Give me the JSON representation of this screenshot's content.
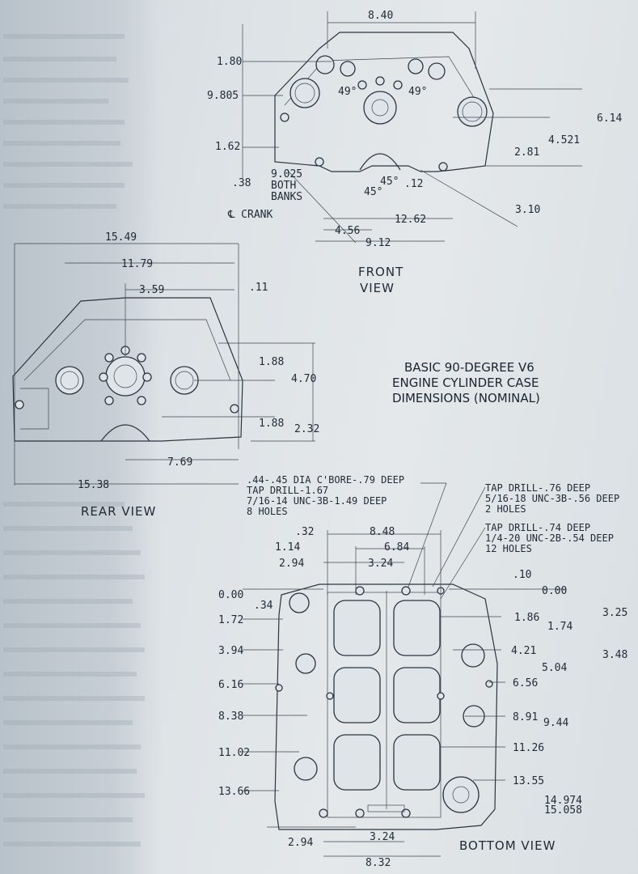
{
  "front_view": {
    "label_line1": "FRONT",
    "label_line2": "VIEW",
    "dims": {
      "width_top": "8.40",
      "d180": "1.80",
      "d9805": "9.805",
      "a49l": "49°",
      "a49r": "49°",
      "d614": "6.14",
      "d4521": "4.521",
      "d162": "1.62",
      "d281": "2.81",
      "d038": ".38",
      "d9025": "9.025",
      "both": "BOTH",
      "banks": "BANKS",
      "a45a": "45°",
      "d012": ".12",
      "a45b": "45°",
      "crank": "℄ CRANK",
      "d310": "3.10",
      "d1262": "12.62",
      "d456": "4.56",
      "d912": "9.12"
    }
  },
  "rear_view": {
    "label": "REAR VIEW",
    "dims": {
      "d1549": "15.49",
      "d1179": "11.79",
      "d359": "3.59",
      "d011": ".11",
      "d188a": "1.88",
      "d470": "4.70",
      "d188b": "1.88",
      "d232": "2.32",
      "d769": "7.69",
      "d1538": "15.38"
    }
  },
  "title_lines": [
    "BASIC 90-DEGREE V6",
    "ENGINE CYLINDER CASE",
    "DIMENSIONS (NOMINAL)"
  ],
  "notes": {
    "left": [
      ".44-.45 DIA C'BORE-.79 DEEP",
      "TAP DRILL-1.67",
      "7/16-14 UNC-3B-1.49 DEEP",
      "8 HOLES"
    ],
    "right_a": [
      "TAP DRILL-.76 DEEP",
      "5/16-18 UNC-3B-.56 DEEP",
      "2 HOLES"
    ],
    "right_b": [
      "TAP DRILL-.74 DEEP",
      "1/4-20 UNC-2B-.54 DEEP",
      "12 HOLES"
    ]
  },
  "bottom_view": {
    "label": "BOTTOM VIEW",
    "dims": {
      "t032": ".32",
      "t848": "8.48",
      "t114": "1.14",
      "t684": "6.84",
      "t294": "2.94",
      "t324": "3.24",
      "t010": ".10",
      "l000": "0.00",
      "r000": "0.00",
      "l034": ".34",
      "l172": "1.72",
      "r186": "1.86",
      "r325": "3.25",
      "r174": "1.74",
      "l394": "3.94",
      "r421": "4.21",
      "r504": "5.04",
      "r348": "3.48",
      "l616": "6.16",
      "r656": "6.56",
      "l838": "8.38",
      "r891": "8.91",
      "r944": "9.44",
      "l1102": "11.02",
      "r1126": "11.26",
      "l1366": "13.66",
      "r1355": "13.55",
      "r14974": "14.974",
      "r15058": "15.058",
      "b294": "2.94",
      "b324": "3.24",
      "b832": "8.32"
    }
  }
}
